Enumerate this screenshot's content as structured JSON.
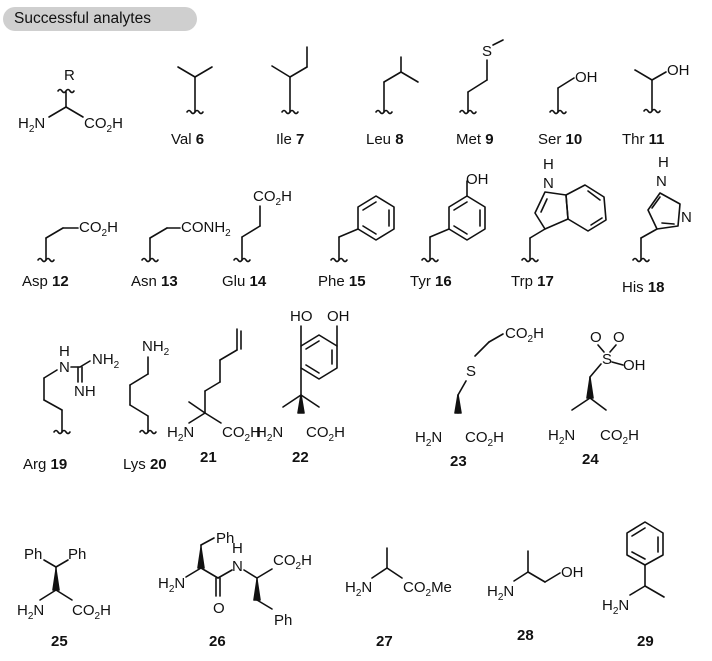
{
  "header": {
    "badge_text": "Successful analytes",
    "badge_color": "#cfcfcf"
  },
  "generic": {
    "r_label": "R",
    "amine": [
      "H",
      "2",
      "N"
    ],
    "acid": [
      "CO",
      "2",
      "H"
    ]
  },
  "atoms": {
    "S": "S",
    "OH": "OH",
    "O": "O",
    "H": "H",
    "N": "N",
    "NH": "NH",
    "NH2": [
      "NH",
      "2"
    ],
    "CONH2": [
      "CONH",
      "2"
    ],
    "CO2H": [
      "CO",
      "2",
      "H"
    ],
    "CO2Me": [
      "CO",
      "2",
      "Me"
    ],
    "Ph": "Ph",
    "HO": "HO"
  },
  "compounds": [
    {
      "name": "Val",
      "number": "6"
    },
    {
      "name": "Ile",
      "number": "7"
    },
    {
      "name": "Leu",
      "number": "8"
    },
    {
      "name": "Met",
      "number": "9"
    },
    {
      "name": "Ser",
      "number": "10"
    },
    {
      "name": "Thr",
      "number": "11"
    },
    {
      "name": "Asp",
      "number": "12"
    },
    {
      "name": "Asn",
      "number": "13"
    },
    {
      "name": "Glu",
      "number": "14"
    },
    {
      "name": "Phe",
      "number": "15"
    },
    {
      "name": "Tyr",
      "number": "16"
    },
    {
      "name": "Trp",
      "number": "17"
    },
    {
      "name": "His",
      "number": "18"
    },
    {
      "name": "Arg",
      "number": "19"
    },
    {
      "name": "Lys",
      "number": "20"
    },
    {
      "name": "",
      "number": "21"
    },
    {
      "name": "",
      "number": "22"
    },
    {
      "name": "",
      "number": "23"
    },
    {
      "name": "",
      "number": "24"
    },
    {
      "name": "",
      "number": "25"
    },
    {
      "name": "",
      "number": "26"
    },
    {
      "name": "",
      "number": "27"
    },
    {
      "name": "",
      "number": "28"
    },
    {
      "name": "",
      "number": "29"
    }
  ]
}
